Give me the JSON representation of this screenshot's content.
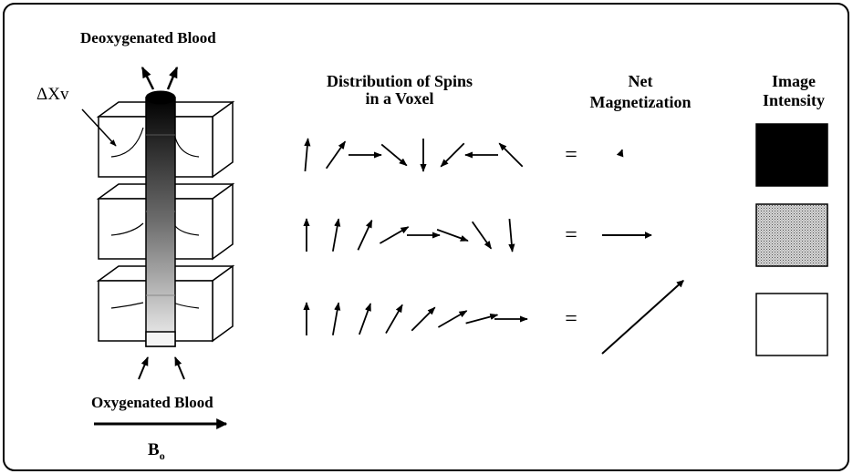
{
  "labels": {
    "deoxygenated": "Deoxygenated Blood",
    "oxygenated": "Oxygenated Blood",
    "delta_chi": "ΔXv",
    "b0": "B",
    "b0_sub": "o",
    "dist_line1": "Distribution of Spins",
    "dist_line2": "in a Voxel",
    "net_line1": "Net",
    "net_line2": "Magnetization",
    "img_line1": "Image",
    "img_line2": "Intensity"
  },
  "rows": [
    {
      "equals": "=",
      "intensity_fill": "#000000",
      "spin_angles_deg": [
        5,
        35,
        90,
        130,
        180,
        225,
        270,
        315
      ],
      "net_magnitude": 0.05,
      "net_angle_deg": 20
    },
    {
      "equals": "=",
      "intensity_fill": "#bdbdbd",
      "spin_angles_deg": [
        0,
        10,
        25,
        60,
        90,
        110,
        145,
        175
      ],
      "net_magnitude": 0.45,
      "net_angle_deg": 90
    },
    {
      "equals": "=",
      "intensity_fill": "#ffffff",
      "spin_angles_deg": [
        0,
        10,
        20,
        30,
        45,
        60,
        75,
        90
      ],
      "net_magnitude": 1.0,
      "net_angle_deg": 48
    }
  ]
}
